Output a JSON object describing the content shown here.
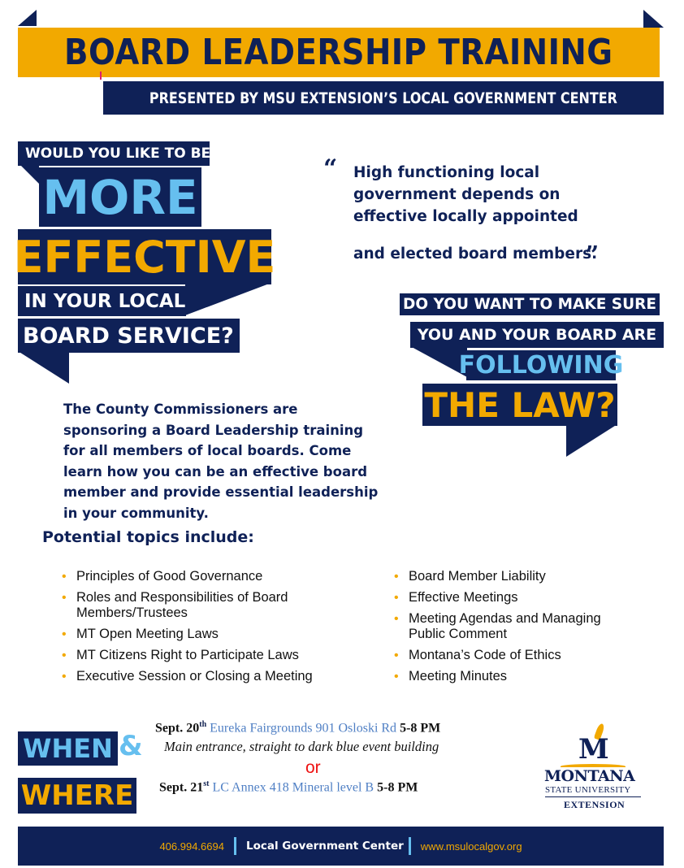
{
  "header": {
    "title": "BOARD LEADERSHIP TRAINING",
    "subtitle": "PRESENTED BY MSU EXTENSION’S LOCAL GOVERNMENT CENTER"
  },
  "left_callout": {
    "line1": "WOULD YOU LIKE TO BE",
    "line2": "MORE",
    "line3": "EFFECTIVE",
    "line4": "IN YOUR LOCAL",
    "line5": "BOARD SERVICE?"
  },
  "quote": {
    "open_mark": "“",
    "lines": [
      "High functioning local",
      "government depends on",
      "effective locally appointed"
    ],
    "last_line": "and elected board members.",
    "close_mark": "”"
  },
  "right_callout": {
    "line1": "DO YOU WANT TO MAKE SURE",
    "line2": "YOU AND YOUR BOARD ARE",
    "line3": "FOLLOWING",
    "line4": "THE LAW?"
  },
  "intro": {
    "text": "The County Commissioners are sponsoring a Board Leadership training for all members of local boards. Come learn how you can be an effective board member and provide essential leadership in your community."
  },
  "topics": {
    "title": "Potential topics include:",
    "bullet": "•",
    "left": [
      "Principles of Good Governance",
      "Roles and Responsibilities of Board Members/Trustees",
      "MT Open Meeting Laws",
      "MT Citizens Right to Participate Laws",
      "Executive Session or Closing a Meeting"
    ],
    "right": [
      "Board Member Liability",
      "Effective Meetings",
      "Meeting Agendas and Managing Public Comment",
      "Montana’s Code of Ethics",
      "Meeting Minutes"
    ]
  },
  "when_where": {
    "when": "WHEN",
    "amp": "&",
    "where": "WHERE",
    "events": [
      {
        "date": "Sept. 20",
        "suffix": "th",
        "location": "Eureka Fairgrounds 901 Osloski Rd",
        "time": "5-8 PM"
      },
      {
        "date": "Sept. 21",
        "suffix": "st",
        "location": "LC Annex 418 Mineral level B",
        "time": "5-8 PM"
      }
    ],
    "note": "Main entrance, straight to dark blue event building",
    "or": "or"
  },
  "logo": {
    "letter": "M",
    "name": "MONTANA",
    "university": "STATE UNIVERSITY",
    "unit": "EXTENSION"
  },
  "footer": {
    "phone": "406.994.6694",
    "center": "Local Government Center",
    "url": "www.msulocalgov.org"
  },
  "colors": {
    "navy": "#0f2157",
    "gold": "#f2a900",
    "light_blue": "#66bfef",
    "location_blue": "#4f7fc4",
    "or_red": "#e11111"
  }
}
